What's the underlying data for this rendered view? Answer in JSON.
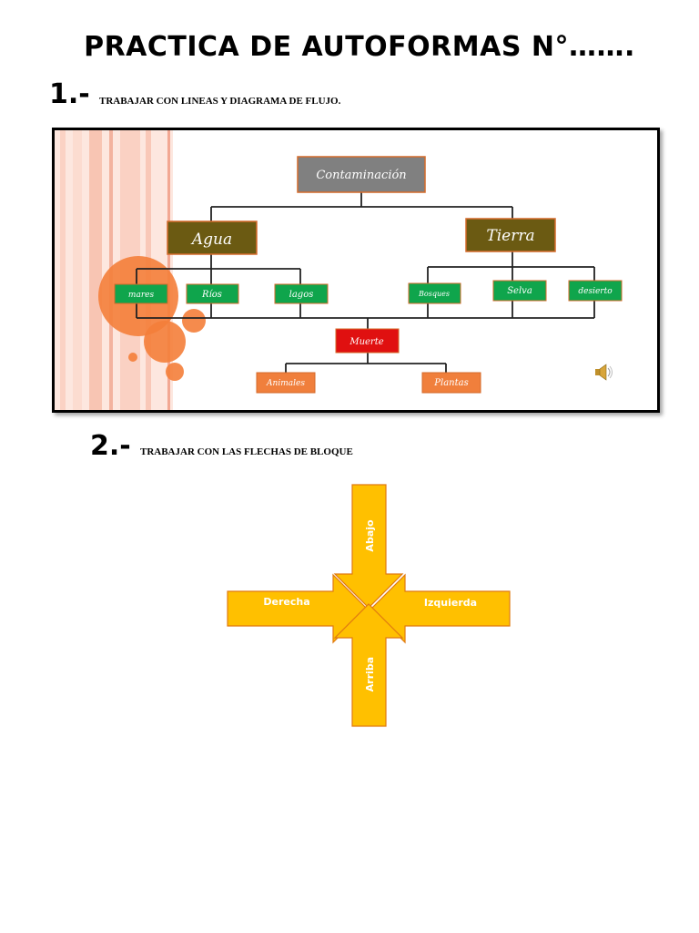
{
  "page": {
    "title": "PRACTICA DE AUTOFORMAS  N°…….",
    "section1": {
      "number": "1.-",
      "heading": "TRABAJAR CON LINEAS Y DIAGRAMA DE FLUJO."
    },
    "section2": {
      "number": "2.-",
      "heading": "TRABAJAR CON LAS FLECHAS DE BLOQUE"
    }
  },
  "flowchart": {
    "root": "Contaminación",
    "left_branch": {
      "label": "Agua",
      "children": [
        "mares",
        "Ríos",
        "lagos"
      ]
    },
    "right_branch": {
      "label": "Tierra",
      "children": [
        "Bosques",
        "Selva",
        "desierto"
      ]
    },
    "center": {
      "label": "Muerte",
      "children": [
        "Animales",
        "Plantas"
      ]
    },
    "icons": [
      "speaker-icon"
    ],
    "colors": {
      "root": "#808080",
      "branch": "#6b5a12",
      "leaf": "#0fa54c",
      "death": "#e01010",
      "effect": "#f07f3c",
      "border": "#d46a2a"
    }
  },
  "block_arrows": {
    "down": "Abajo",
    "right": "Derecha",
    "left": "Izquierda",
    "up": "Arriba",
    "colors": {
      "fill": "#ffc000",
      "stroke": "#e07a10"
    }
  }
}
